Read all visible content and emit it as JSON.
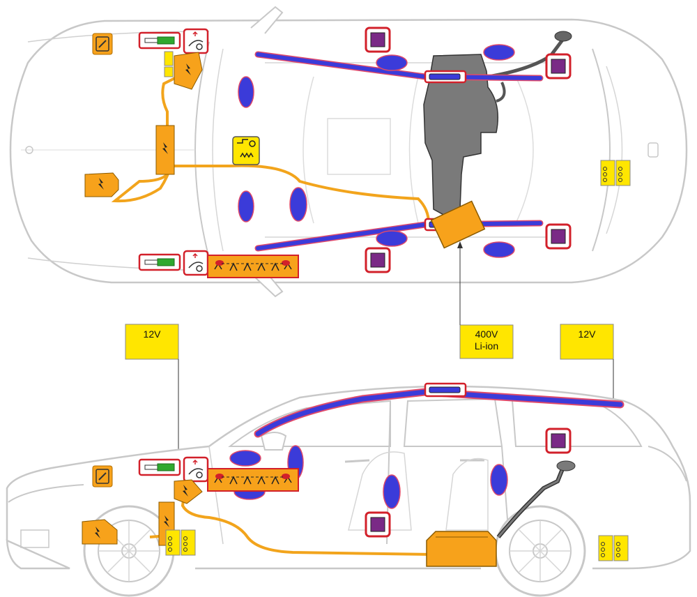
{
  "callouts": {
    "front_12v": "12V",
    "hv_battery_line1": "400V",
    "hv_battery_line2": "Li-ion",
    "rear_12v": "12V"
  },
  "colors": {
    "body_outline": "#c8c8c8",
    "airbag": "#3b3bd9",
    "airbag_outline": "#e04a6a",
    "hv_cable": "#f2a41c",
    "hv_component": "#f7a21b",
    "control_unit": "#7a2a86",
    "red_frame": "#d2202a",
    "yellow_box": "#ffe600",
    "fuel_tank": "#7a7a7a",
    "gas_strut": "#2fa82f"
  },
  "icons": [
    "airbag-icon",
    "curtain-airbag-icon",
    "airbag-control-unit-icon",
    "gas-strut-icon",
    "hood-lifter-icon",
    "belt-tensioner-icon",
    "high-voltage-icon",
    "battery-12v-icon",
    "hv-battery-icon",
    "fuel-tank-icon",
    "heater-icon",
    "pyrofuse-icon"
  ]
}
